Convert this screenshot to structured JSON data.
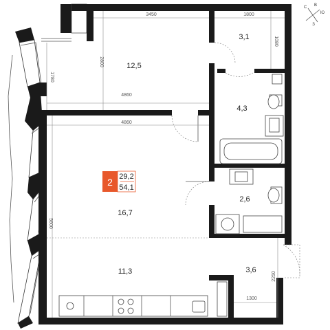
{
  "plan": {
    "room_areas": {
      "bedroom": "12,5",
      "hall_top": "3,1",
      "bathroom": "4,3",
      "living": "16,7",
      "wc": "2,6",
      "kitchen": "11,3",
      "entry": "3,6"
    },
    "dimensions": {
      "top_left_width": "3450",
      "top_right_width": "1800",
      "bedroom_height": "2800",
      "right_top_height": "1080",
      "left_outer_height": "1780",
      "mid_width": "4860",
      "lower_width": "4860",
      "living_height": "5600",
      "entry_height": "2250",
      "entry_width": "1300"
    },
    "badge": {
      "rooms": "2",
      "living_area": "29,2",
      "total_area": "54,1",
      "color": "#e8582b"
    },
    "compass": {
      "north": "С",
      "east": "В",
      "south": "Ю",
      "west": "З"
    }
  }
}
